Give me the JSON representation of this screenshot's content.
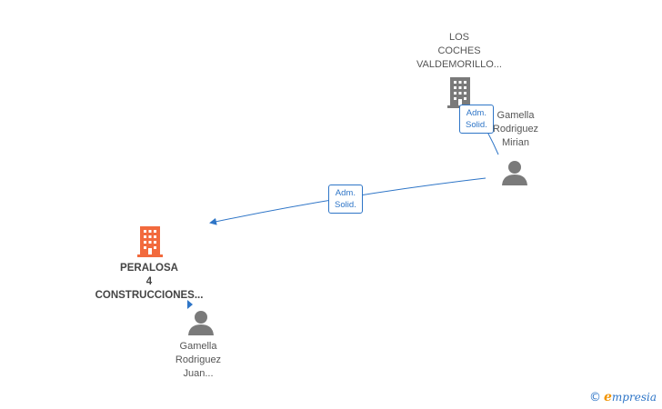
{
  "nodes": {
    "los_coches": {
      "lines": [
        "LOS",
        "COCHES",
        "VALDEMORILLO..."
      ],
      "type": "company"
    },
    "peralosa": {
      "lines": [
        "PERALOSA",
        "4",
        "CONSTRUCCIONES..."
      ],
      "type": "company",
      "highlight_color": "#f26a3d"
    },
    "mirian": {
      "lines": [
        "Gamella",
        "Rodriguez",
        "Mirian"
      ],
      "type": "person"
    },
    "juan": {
      "lines": [
        "Gamella",
        "Rodriguez",
        "Juan..."
      ],
      "type": "person"
    }
  },
  "edges": [
    {
      "label": [
        "Adm.",
        "Solid."
      ],
      "from": "mirian",
      "to": "los_coches"
    },
    {
      "label": [
        "Adm.",
        "Solid."
      ],
      "from": "mirian",
      "to": "peralosa"
    }
  ],
  "colors": {
    "edge": "#2e75c7",
    "icon_gray": "#7a7a7a",
    "company_highlight": "#f26a3d"
  },
  "watermark": {
    "copyright": "©",
    "brand_initial": "e",
    "brand_rest": "mpresia"
  }
}
